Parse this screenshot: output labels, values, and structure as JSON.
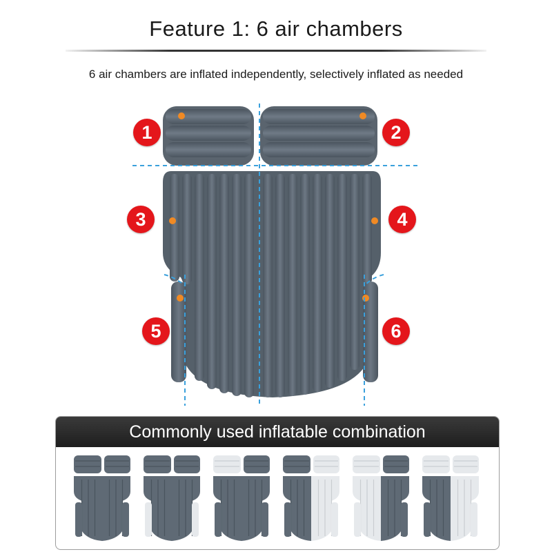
{
  "header": {
    "title": "Feature 1: 6 air chambers",
    "subtitle": "6 air chambers are inflated independently, selectively inflated as needed"
  },
  "chambers": [
    {
      "label": "1"
    },
    {
      "label": "2"
    },
    {
      "label": "3"
    },
    {
      "label": "4"
    },
    {
      "label": "5"
    },
    {
      "label": "6"
    }
  ],
  "combinations": {
    "title": "Commonly used inflatable combination",
    "items": [
      {
        "left_pillow": "inflated",
        "right_pillow": "inflated",
        "left_body": "inflated",
        "right_body": "inflated",
        "left_foot": "inflated",
        "right_foot": "inflated"
      },
      {
        "left_pillow": "inflated",
        "right_pillow": "inflated",
        "left_body": "inflated",
        "right_body": "inflated",
        "left_foot": "deflated",
        "right_foot": "deflated"
      },
      {
        "left_pillow": "deflated",
        "right_pillow": "inflated",
        "left_body": "inflated",
        "right_body": "inflated",
        "left_foot": "inflated",
        "right_foot": "inflated"
      },
      {
        "left_pillow": "inflated",
        "right_pillow": "deflated",
        "left_body": "inflated",
        "right_body": "deflated",
        "left_foot": "inflated",
        "right_foot": "deflated"
      },
      {
        "left_pillow": "deflated",
        "right_pillow": "inflated",
        "left_body": "deflated",
        "right_body": "inflated",
        "left_foot": "deflated",
        "right_foot": "inflated"
      },
      {
        "left_pillow": "deflated",
        "right_pillow": "deflated",
        "left_body": "inflated",
        "right_body": "deflated",
        "left_foot": "inflated",
        "right_foot": "deflated"
      }
    ]
  },
  "colors": {
    "mattress": "#5f6a75",
    "mattress_dark": "#4a545e",
    "deflated": "#e6e9ec",
    "deflated_dark": "#c9cdd1",
    "badge": "#e4161b",
    "valve": "#f08a24",
    "guide_line": "#3aa0dc"
  }
}
